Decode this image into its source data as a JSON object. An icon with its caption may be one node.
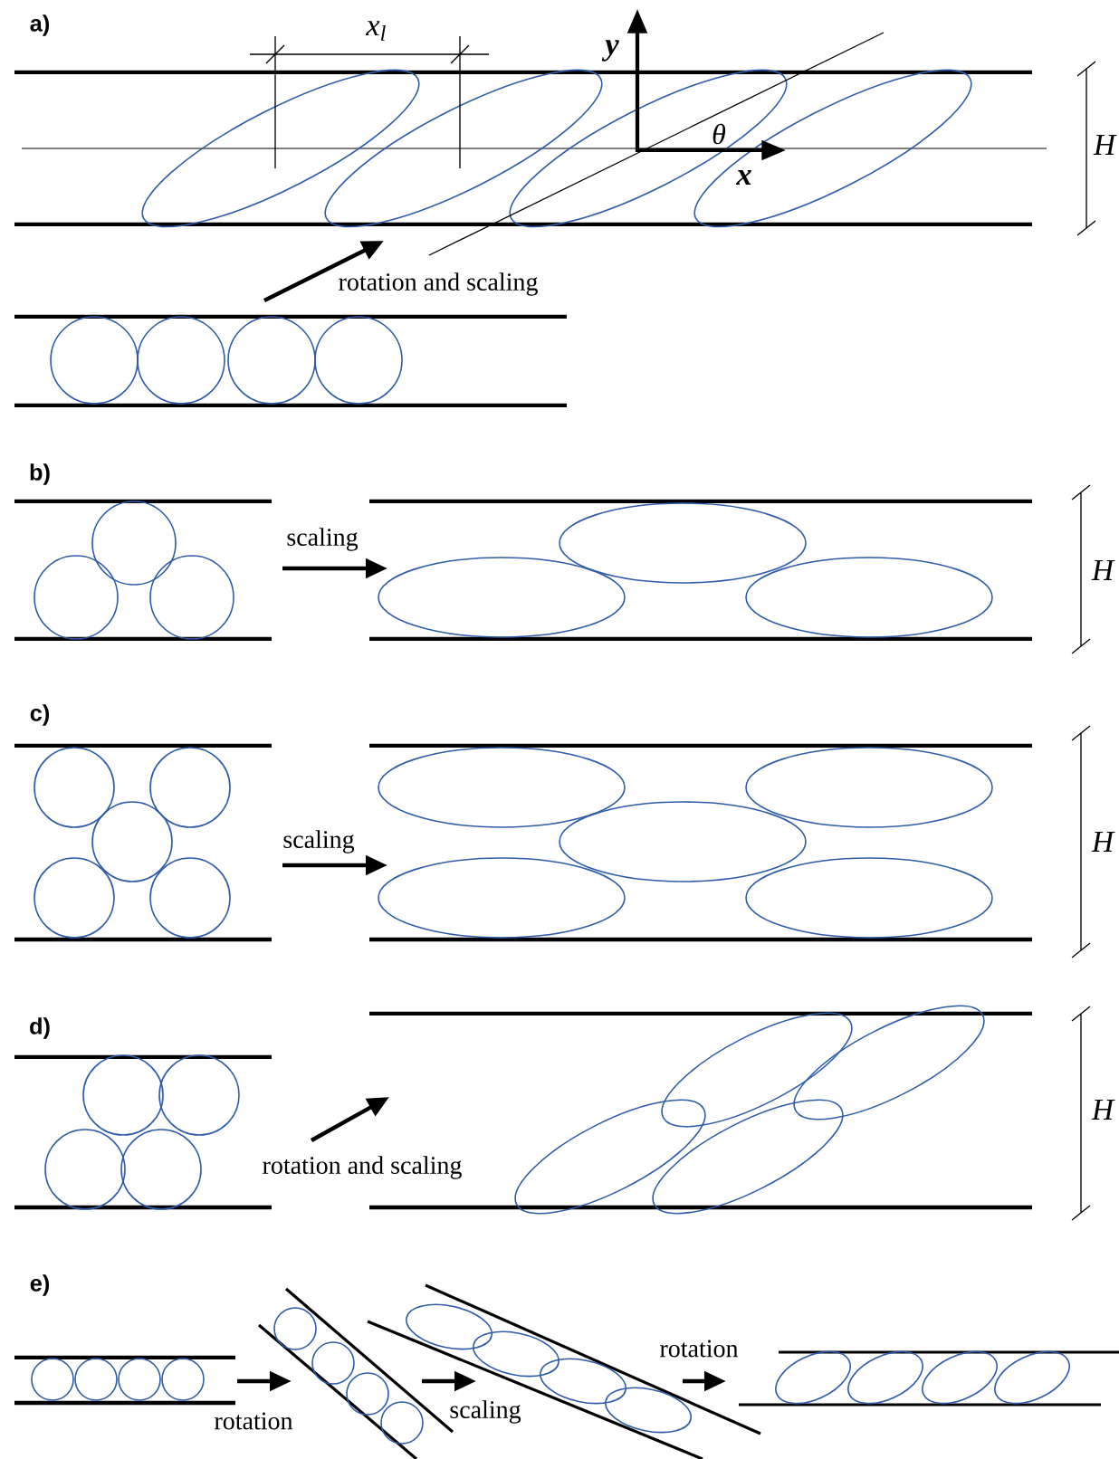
{
  "diagram": {
    "labels": [
      "a)",
      "x$_{l}$",
      "y",
      "θ",
      "x",
      "H",
      "rotation and scaling",
      "b)",
      "scaling",
      "H",
      "c)",
      "scaling",
      "H",
      "d)",
      "rotation and scaling",
      "H",
      "e)",
      "rotation",
      "scaling",
      "rotation"
    ]
  }
}
